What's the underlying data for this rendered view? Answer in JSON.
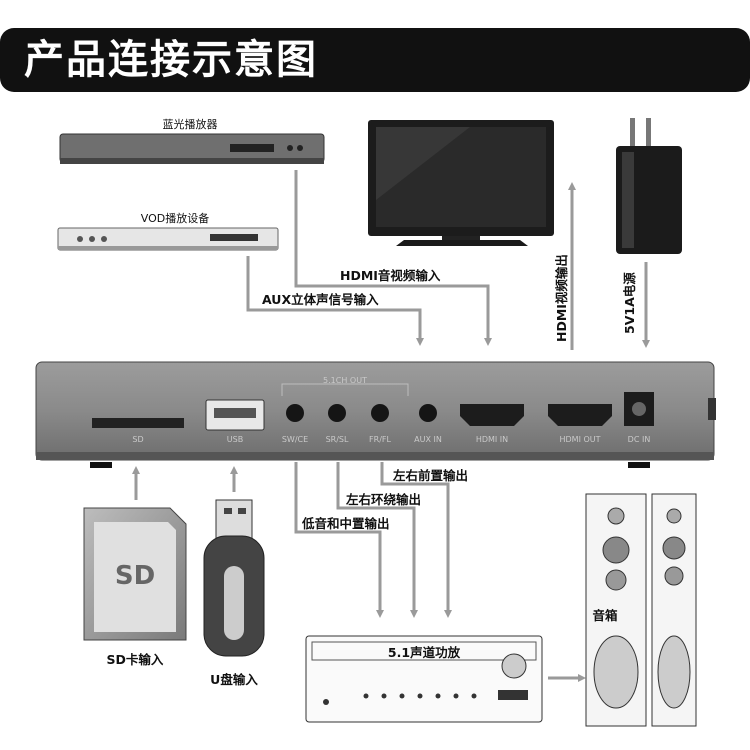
{
  "title": "产品连接示意图",
  "devices": {
    "bluray": "蓝光播放器",
    "vod": "VOD播放设备",
    "power": "5V1A电源",
    "sd_input": "SD卡输入",
    "usb_input": "U盘输入",
    "amp": "5.1声道功放",
    "speaker": "音箱",
    "sd_card_text": "SD"
  },
  "connections": {
    "hdmi_av_in": "HDMI音视频输入",
    "aux_in": "AUX立体声信号输入",
    "hdmi_out": "HDMI视频输出",
    "front_lr": "左右前置输出",
    "surround_lr": "左右环绕输出",
    "sub_center": "低音和中置输出"
  },
  "ports": {
    "group": "5.1CH OUT",
    "sd": "SD",
    "usb": "USB",
    "sw_ce": "SW/CE",
    "sr_sl": "SR/SL",
    "fr_fl": "FR/FL",
    "aux": "AUX IN",
    "hdmi_in": "HDMI IN",
    "hdmi_out": "HDMI OUT",
    "dc_in": "DC IN"
  }
}
